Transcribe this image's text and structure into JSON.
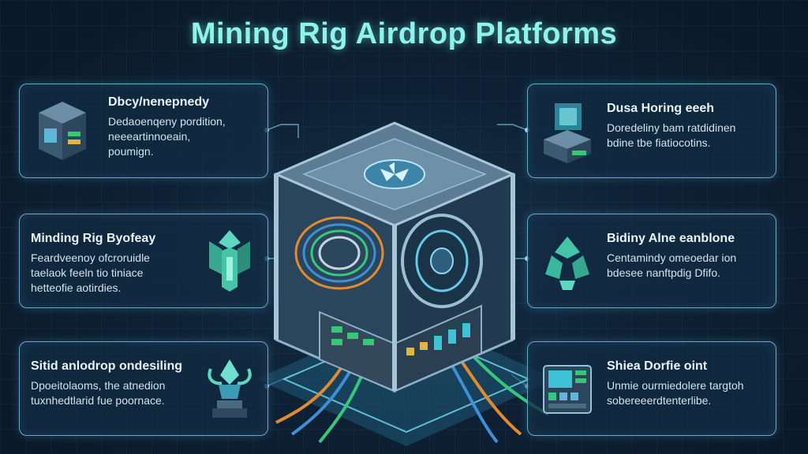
{
  "title": "Mining Rig Airdrop Platforms",
  "cards": [
    {
      "heading": "Dbcy/nenepnedy",
      "desc": "Dedaoenqeny pordition,\nneeeartinnoeain,\npoumign."
    },
    {
      "heading": "Minding Rig Byofeay",
      "desc": "Feardveenoy ofcroruidle\ntaelaok feeln tio tiniace\nhetteofie aotirdies."
    },
    {
      "heading": "Sitid anlodrop ondesiling",
      "desc": "Dpoeitolaoms, the atnedion\ntuxnhedtlarid fue poornace."
    },
    {
      "heading": "Dusa Horing eeeh",
      "desc": "Doredeliny bam ratdidinen\nbdine tbe fiatiocotins."
    },
    {
      "heading": "Bidiny Alne eanblone",
      "desc": "Centamindy omeoedar ion\nbdesee nanftpdig Dfifo."
    },
    {
      "heading": "Shiea Dorfie oint",
      "desc": "Unmie ourmiedolere targtoh\nsobereeerdtenterlibe."
    }
  ],
  "icons": [
    "server-cube-icon",
    "crystal-emblem-icon",
    "trophy-crystal-icon",
    "hologram-box-icon",
    "recycle-gem-icon",
    "control-panel-icon"
  ],
  "colors": {
    "accent": "#8ef3ea",
    "card_border": "#6aa6c7",
    "green": "#36c77a",
    "cable_orange": "#e08a32",
    "cable_blue": "#3f8fd6"
  }
}
